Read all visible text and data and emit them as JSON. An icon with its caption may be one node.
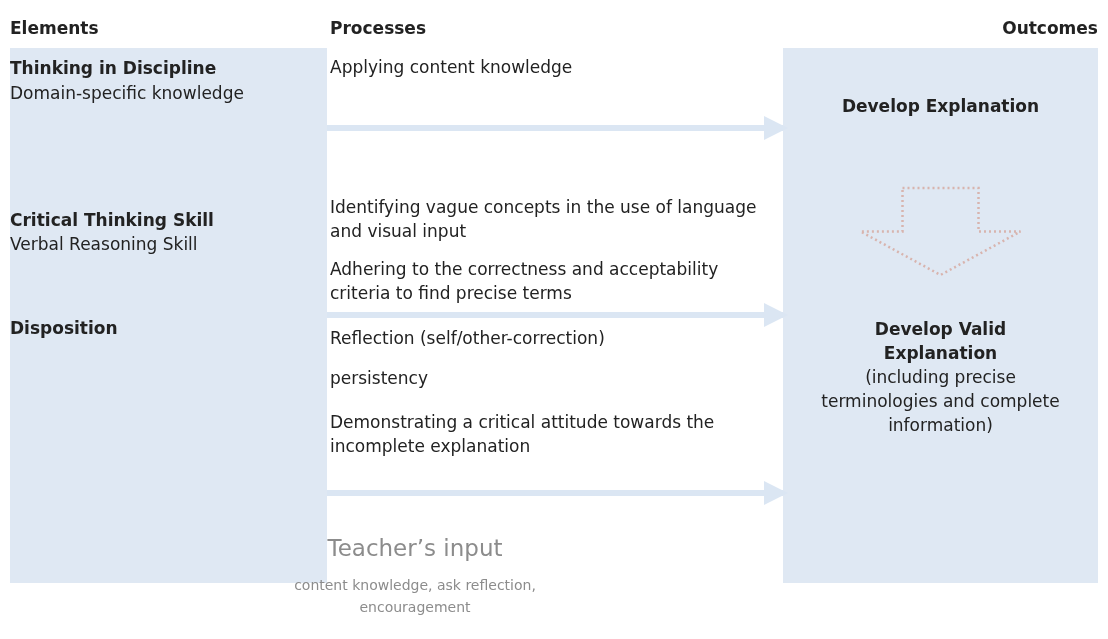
{
  "diagram": {
    "nodes": [
      {
        "text": [
          "Thinking in Discipline",
          "Domain-specific knowledge",
          "Critical Thinking Skill",
          "Verbal Reasoning Skill",
          "Disposition"
        ]
      },
      {
        "text": [],
        "shape": "box"
      },
      {
        "text": [
          "Develop Explanation"
        ],
        "in": 1
      },
      {
        "text": [
          "Develop Valid Explanation",
          "(including precise terminologies and complete information)"
        ],
        "in": 1
      }
    ],
    "edges": [
      {
        "from": 0,
        "to": 2,
        "arrow": "to"
      },
      {
        "from": 0,
        "to": 1,
        "arrow": "to"
      },
      {
        "from": 0,
        "to": 3,
        "arrow": "to"
      },
      {
        "from": 2,
        "to": 3,
        "arrow": "to",
        "style": "dashed",
        "color": "#d8b4ae"
      }
    ],
    "labels": [
      "Elements",
      "Processes",
      "Outcomes",
      "Applying content knowledge",
      "Identifying vague concepts in the use of language and visual input",
      "Adhering to the correctness and acceptability criteria to find precise terms",
      "Reflection (self/other-correction)",
      "persistency",
      "Demonstrating a critical attitude towards the incomplete explanation",
      "Teacher’s input",
      "content knowledge, ask reflection, encouragement"
    ]
  }
}
